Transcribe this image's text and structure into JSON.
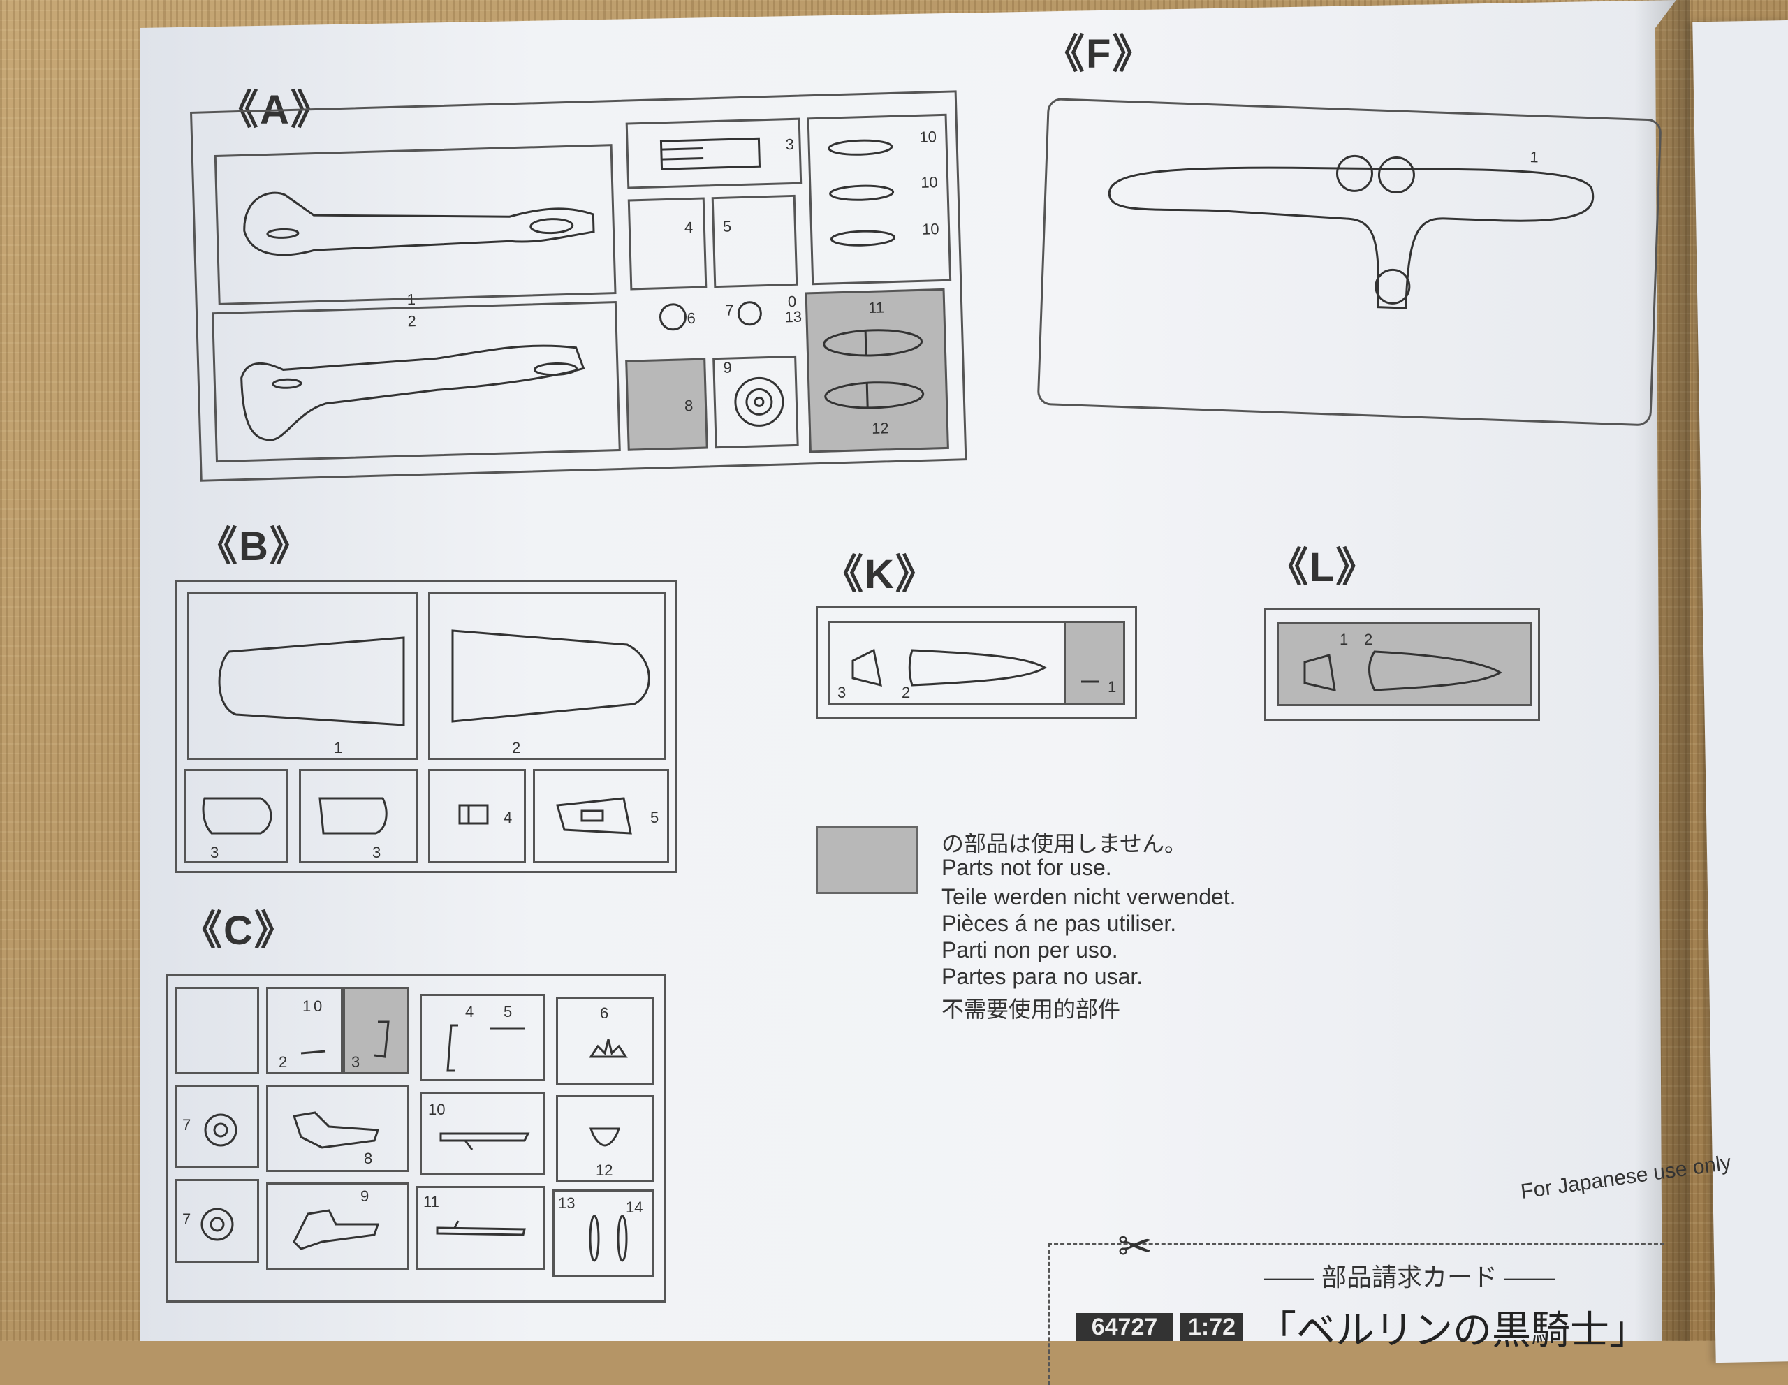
{
  "sections": {
    "A": "《A》",
    "B": "《B》",
    "C": "《C》",
    "F": "《F》",
    "K": "《K》",
    "L": "《L》"
  },
  "part_numbers": {
    "A": [
      "1",
      "2",
      "3",
      "4",
      "5",
      "6",
      "7",
      "0",
      "13",
      "8",
      "9",
      "10",
      "10",
      "10",
      "11",
      "12"
    ],
    "B": [
      "1",
      "2",
      "3",
      "3",
      "4",
      "5"
    ],
    "C": [
      "1",
      "0",
      "2",
      "3",
      "4",
      "5",
      "6",
      "7",
      "8",
      "10",
      "12",
      "7",
      "9",
      "11",
      "13",
      "14"
    ],
    "F": [
      "1"
    ],
    "K": [
      "3",
      "2",
      "1"
    ],
    "L": [
      "1",
      "2"
    ]
  },
  "legend": {
    "lines": [
      "の部品は使用しません。",
      "Parts not for use.",
      "Teile werden nicht verwendet.",
      "Pièces á ne pas utiliser.",
      "Parti non per uso.",
      "Partes para no usar.",
      "不需要使用的部件"
    ]
  },
  "footer": {
    "japan_only": "For Japanese use only",
    "card_title": "—— 部品請求カード ——",
    "product_code": "64727",
    "scale": "1:72",
    "product_name": "「ベルリンの黒騎士」"
  },
  "colors": {
    "unused_shade": "#b8b8b8",
    "ink": "#333333",
    "paper": "#f1f3f6"
  }
}
